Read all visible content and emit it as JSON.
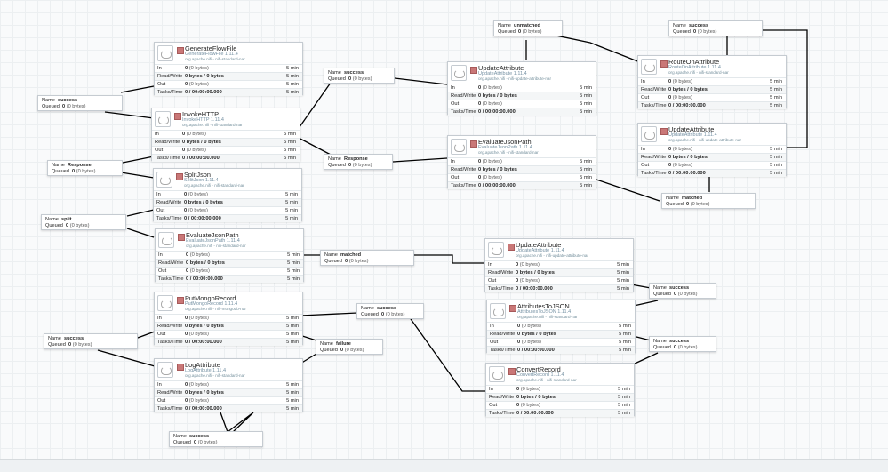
{
  "processors": [
    {
      "id": "generateflowfile",
      "name": "GenerateFlowFile",
      "type": "GenerateFlowFile 1.11.4",
      "bundle": "org.apache.nifi - nifi-standard-nar",
      "in": "0",
      "in_b": "(0 bytes)",
      "rw": "0 bytes / 0 bytes",
      "out": "0",
      "out_b": "(0 bytes)",
      "tasks": "0 / 00:00:00.000",
      "time": "5 min"
    },
    {
      "id": "invokehttp",
      "name": "InvokeHTTP",
      "type": "InvokeHTTP 1.11.4",
      "bundle": "org.apache.nifi - nifi-standard-nar",
      "in": "0",
      "in_b": "(0 bytes)",
      "rw": "0 bytes / 0 bytes",
      "out": "0",
      "out_b": "(0 bytes)",
      "tasks": "0 / 00:00:00.000",
      "time": "5 min"
    },
    {
      "id": "splitjson",
      "name": "SplitJson",
      "type": "SplitJson 1.11.4",
      "bundle": "org.apache.nifi - nifi-standard-nar",
      "in": "0",
      "in_b": "(0 bytes)",
      "rw": "0 bytes / 0 bytes",
      "out": "0",
      "out_b": "(0 bytes)",
      "tasks": "0 / 00:00:00.000",
      "time": "5 min"
    },
    {
      "id": "evaluatejsonpath-1",
      "name": "EvaluateJsonPath",
      "type": "EvaluateJsonPath 1.11.4",
      "bundle": "org.apache.nifi - nifi-standard-nar",
      "in": "0",
      "in_b": "(0 bytes)",
      "rw": "0 bytes / 0 bytes",
      "out": "0",
      "out_b": "(0 bytes)",
      "tasks": "0 / 00:00:00.000",
      "time": "5 min"
    },
    {
      "id": "putmongorecord",
      "name": "PutMongoRecord",
      "type": "PutMongoRecord 1.11.4",
      "bundle": "org.apache.nifi - nifi-mongodb-nar",
      "in": "0",
      "in_b": "(0 bytes)",
      "rw": "0 bytes / 0 bytes",
      "out": "0",
      "out_b": "(0 bytes)",
      "tasks": "0 / 00:00:00.000",
      "time": "5 min"
    },
    {
      "id": "logattribute",
      "name": "LogAttribute",
      "type": "LogAttribute 1.11.4",
      "bundle": "org.apache.nifi - nifi-standard-nar",
      "in": "0",
      "in_b": "(0 bytes)",
      "rw": "0 bytes / 0 bytes",
      "out": "0",
      "out_b": "(0 bytes)",
      "tasks": "0 / 00:00:00.000",
      "time": "5 min"
    },
    {
      "id": "updateattribute-1",
      "name": "UpdateAttribute",
      "type": "UpdateAttribute 1.11.4",
      "bundle": "org.apache.nifi - nifi-update-attribute-nar",
      "in": "0",
      "in_b": "(0 bytes)",
      "rw": "0 bytes / 0 bytes",
      "out": "0",
      "out_b": "(0 bytes)",
      "tasks": "0 / 00:00:00.000",
      "time": "5 min"
    },
    {
      "id": "evaluatejsonpath-2",
      "name": "EvaluateJsonPath",
      "type": "EvaluateJsonPath 1.11.4",
      "bundle": "org.apache.nifi - nifi-standard-nar",
      "in": "0",
      "in_b": "(0 bytes)",
      "rw": "0 bytes / 0 bytes",
      "out": "0",
      "out_b": "(0 bytes)",
      "tasks": "0 / 00:00:00.000",
      "time": "5 min"
    },
    {
      "id": "routeonattribute",
      "name": "RouteOnAttribute",
      "type": "RouteOnAttribute 1.11.4",
      "bundle": "org.apache.nifi - nifi-standard-nar",
      "in": "0",
      "in_b": "(0 bytes)",
      "rw": "0 bytes / 0 bytes",
      "out": "0",
      "out_b": "(0 bytes)",
      "tasks": "0 / 00:00:00.000",
      "time": "5 min"
    },
    {
      "id": "updateattribute-2",
      "name": "UpdateAttribute",
      "type": "UpdateAttribute 1.11.4",
      "bundle": "org.apache.nifi - nifi-update-attribute-nar",
      "in": "0",
      "in_b": "(0 bytes)",
      "rw": "0 bytes / 0 bytes",
      "out": "0",
      "out_b": "(0 bytes)",
      "tasks": "0 / 00:00:00.000",
      "time": "5 min"
    },
    {
      "id": "updateattribute-3",
      "name": "UpdateAttribute",
      "type": "UpdateAttribute 1.11.4",
      "bundle": "org.apache.nifi - nifi-update-attribute-nar",
      "in": "0",
      "in_b": "(0 bytes)",
      "rw": "0 bytes / 0 bytes",
      "out": "0",
      "out_b": "(0 bytes)",
      "tasks": "0 / 00:00:00.000",
      "time": "5 min"
    },
    {
      "id": "attributestojson",
      "name": "AttributesToJSON",
      "type": "AttributesToJSON 1.11.4",
      "bundle": "org.apache.nifi - nifi-standard-nar",
      "in": "0",
      "in_b": "(0 bytes)",
      "rw": "0 bytes / 0 bytes",
      "out": "0",
      "out_b": "(0 bytes)",
      "tasks": "0 / 00:00:00.000",
      "time": "5 min"
    },
    {
      "id": "convertrecord",
      "name": "ConvertRecord",
      "type": "ConvertRecord 1.11.4",
      "bundle": "org.apache.nifi - nifi-standard-nar",
      "in": "0",
      "in_b": "(0 bytes)",
      "rw": "0 bytes / 0 bytes",
      "out": "0",
      "out_b": "(0 bytes)",
      "tasks": "0 / 00:00:00.000",
      "time": "5 min"
    }
  ],
  "row_labels": {
    "in": "In",
    "rw": "Read/Write",
    "out": "Out",
    "tasks": "Tasks/Time"
  },
  "connection_labels": {
    "name": "Name",
    "queued": "Queued"
  },
  "connections": [
    {
      "id": "gen-invoke",
      "name": "success",
      "queued": "0",
      "queued_b": "(0 bytes)"
    },
    {
      "id": "invoke-split",
      "name": "Response",
      "queued": "0",
      "queued_b": "(0 bytes)"
    },
    {
      "id": "split-eval",
      "name": "split",
      "queued": "0",
      "queued_b": "(0 bytes)"
    },
    {
      "id": "invoke-update",
      "name": "success",
      "queued": "0",
      "queued_b": "(0 bytes)"
    },
    {
      "id": "invoke-evaljson",
      "name": "Response",
      "queued": "0",
      "queued_b": "(0 bytes)"
    },
    {
      "id": "update-route",
      "name": "unmatched",
      "queued": "0",
      "queued_b": "(0 bytes)"
    },
    {
      "id": "update2-route",
      "name": "success",
      "queued": "0",
      "queued_b": "(0 bytes)"
    },
    {
      "id": "evaljson-update2",
      "name": "matched",
      "queued": "0",
      "queued_b": "(0 bytes)"
    },
    {
      "id": "eval-update3",
      "name": "matched",
      "queued": "0",
      "queued_b": "(0 bytes)"
    },
    {
      "id": "update3-tojson",
      "name": "success",
      "queued": "0",
      "queued_b": "(0 bytes)"
    },
    {
      "id": "tojson-convert",
      "name": "success",
      "queued": "0",
      "queued_b": "(0 bytes)"
    },
    {
      "id": "convert-mongo",
      "name": "success",
      "queued": "0",
      "queued_b": "(0 bytes)"
    },
    {
      "id": "mongo-log-failure",
      "name": "failure",
      "queued": "0",
      "queued_b": "(0 bytes)"
    },
    {
      "id": "mongo-log-success",
      "name": "success",
      "queued": "0",
      "queued_b": "(0 bytes)"
    },
    {
      "id": "log-self",
      "name": "success",
      "queued": "0",
      "queued_b": "(0 bytes)"
    }
  ]
}
